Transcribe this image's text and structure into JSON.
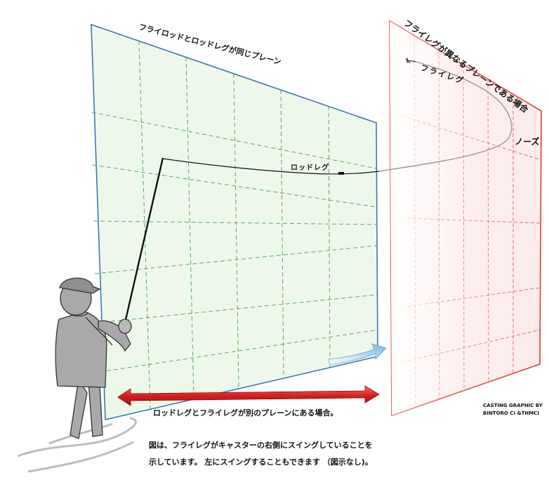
{
  "labels": {
    "same_plane": "フライロッドとロッドレグが同じプレーン",
    "different_plane": "フライレグが異なるプレーンである場合",
    "fly_leg": "フライレグ",
    "nose": "ノーズ",
    "rod_leg": "ロッドレグ",
    "separate_planes": "ロッドレグとフライレグが別のプレーンにある場合。",
    "credit_line1": "CASTING GRAPHIC BY",
    "credit_line2": "BINTORO CI &THMCI",
    "note_line1": "図は、フライレグがキャスターの右側にスイングしていることを",
    "note_line2": "示しています。 左にスイングすることもできます （図示なし)。"
  },
  "colors": {
    "green_plane_fill": "#eef8ea",
    "green_plane_border": "#3a78b5",
    "green_grid": "#4caf50",
    "red_plane_border": "#e03a2e",
    "red_grid": "#d9534f",
    "arrow_red": "#e02020",
    "arrow_blue": "#9fcbe8",
    "figure_gray": "#a9a9a9"
  }
}
